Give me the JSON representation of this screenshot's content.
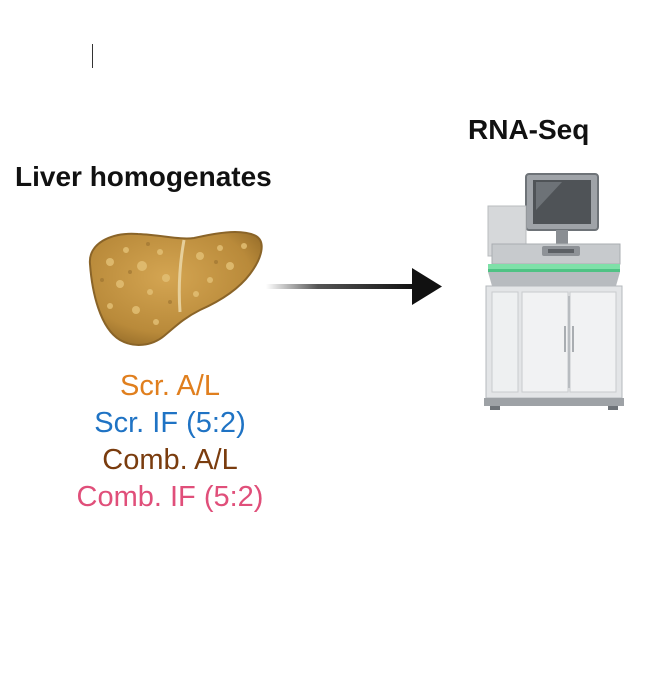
{
  "left_title": "Liver homogenates",
  "right_title": "RNA-Seq",
  "groups": [
    {
      "label": "Scr. A/L",
      "color": "#e07f1e"
    },
    {
      "label": "Scr. IF (5:2)",
      "color": "#1f73c4"
    },
    {
      "label": "Comb. A/L",
      "color": "#7a3c0e"
    },
    {
      "label": "Comb. IF (5:2)",
      "color": "#e04f7a"
    }
  ],
  "icons": {
    "liver": "liver-icon",
    "arrow": "right-arrow-icon",
    "machine": "sequencer-machine-icon"
  }
}
